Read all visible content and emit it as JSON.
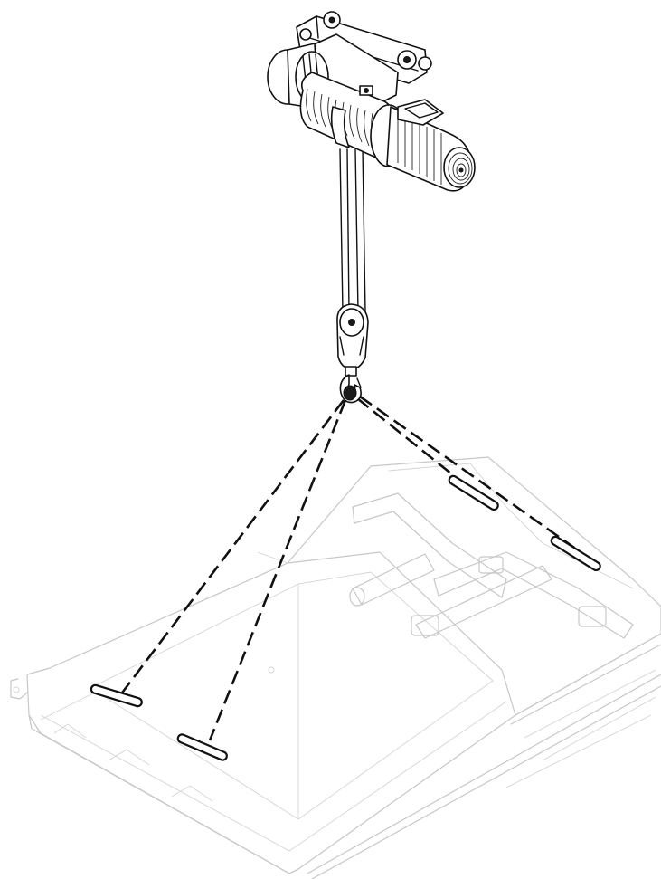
{
  "figure": {
    "subject": "electric-wire-rope-hoist-lifting-equipment",
    "slings": 4,
    "lifting_points": 4,
    "colors": {
      "ink": "#111111",
      "ghost_outline": "#c7c7c7",
      "background": "#ffffff"
    }
  }
}
